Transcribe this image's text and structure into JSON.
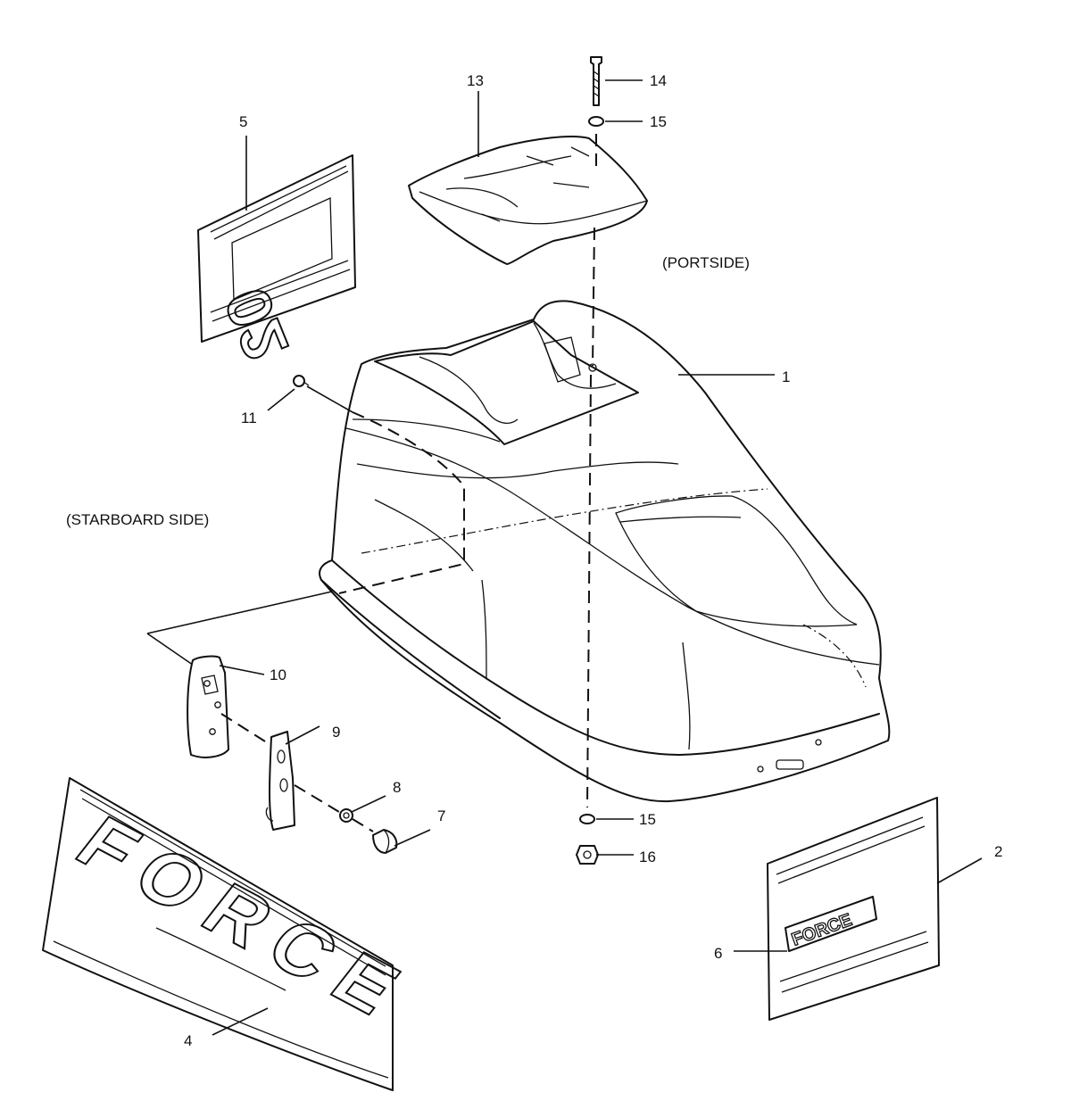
{
  "side_labels": {
    "portside": "(PORTSIDE)",
    "starboard": "(STARBOARD SIDE)"
  },
  "part_numbers": {
    "p1": "1",
    "p2": "2",
    "p4": "4",
    "p5": "5",
    "p6": "6",
    "p7": "7",
    "p8": "8",
    "p9": "9",
    "p10": "10",
    "p11": "11",
    "p13": "13",
    "p14": "14",
    "p15_top": "15",
    "p15_bottom": "15",
    "p16": "16"
  },
  "decals": {
    "decal_5_text": "02",
    "decal_4_text": "FORCE",
    "decal_6_text": "FORCE"
  }
}
